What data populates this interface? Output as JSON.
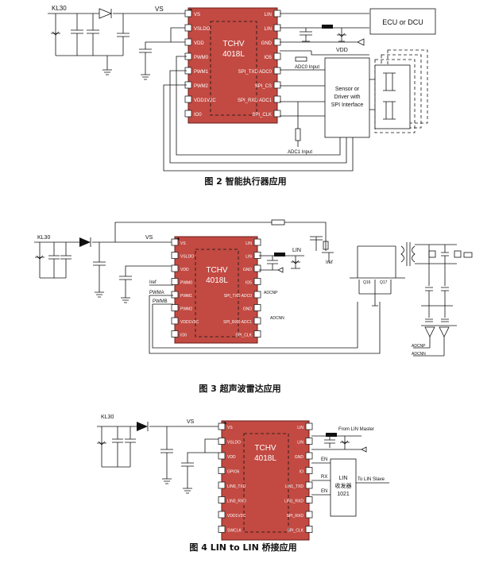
{
  "figure2": {
    "caption": "图 2 智能执行器应用",
    "chip_line1": "TCHV",
    "chip_line2": "4018L",
    "pins_left": [
      "VS",
      "VSLDO",
      "VDD",
      "PWM0",
      "PWM1",
      "PWM2",
      "VDD1V2C",
      "IO0"
    ],
    "pins_right": [
      "LIN",
      "LIN",
      "GND",
      "IO5",
      "SPI_TXD",
      "SPI_CS",
      "SPI_RXD",
      "SPI_CLK"
    ],
    "adc_right": [
      "ADC0",
      "ADC1"
    ],
    "kl30": "KL30",
    "vs": "VS",
    "vdd": "VDD",
    "ecu_box": "ECU or DCU",
    "adc0_input": "ADC0 Input",
    "adc1_input": "ADC1 Input",
    "sensor_line1": "Sensor or",
    "sensor_line2": "Driver with",
    "sensor_line3": "SPI Interface"
  },
  "figure3": {
    "caption": "图 3 超声波雷达应用",
    "chip_line1": "TCHV",
    "chip_line2": "4018L",
    "pins_left": [
      "VS",
      "VSLDO",
      "VDD",
      "PWM0",
      "PWM1",
      "PWM2",
      "VDD1V2C",
      "IO0"
    ],
    "pins_right": [
      "LIN",
      "LIN",
      "GND",
      "IO5",
      "SPI_TXD",
      "GND",
      "SPI_RXD",
      "SPI_CLK"
    ],
    "adc_right": [
      "ADC0",
      "ADC1"
    ],
    "kl30": "KL30",
    "vs": "VS",
    "lin": "LIN",
    "iref": "Iref",
    "pwma": "PWMA",
    "pwmb": "PWMB",
    "q16": "Q16",
    "q17": "Q17",
    "adcnp": "ADCNP",
    "adcnn": "ADCNN",
    "adcnp2": "ADCNP",
    "adcnn2": "ADCNN"
  },
  "figure4": {
    "caption": "图 4 LIN to LIN 桥接应用",
    "chip_line1": "TCHV",
    "chip_line2": "4018L",
    "pins_left": [
      "VS",
      "VSLDO",
      "VDD",
      "GPIO6",
      "LIN0_TXD",
      "LIN0_RXD",
      "VDD1V2C",
      "SWCLK"
    ],
    "pins_right": [
      "LIN",
      "LIN",
      "GND",
      "IO",
      "LIN1_TXD",
      "LIN1_RXD",
      "SPI_RXD",
      "SPI_CLK"
    ],
    "kl30": "KL30",
    "vs": "VS",
    "from_lin_master": "From LIN Master",
    "to_lin_slave": "To LIN Slave",
    "en": "EN",
    "rx": "RX",
    "en2": "EN",
    "lin_xcvr_line1": "LIN",
    "lin_xcvr_line2": "收发器",
    "lin_xcvr_line3": "1021"
  }
}
